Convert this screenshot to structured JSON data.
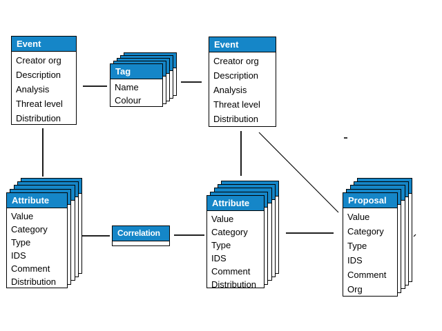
{
  "colors": {
    "header_blue": "#1586C8",
    "border_black": "#000000",
    "card_white": "#ffffff",
    "page_background": "#ffffff"
  },
  "diagram": {
    "event_left": {
      "title": "Event",
      "fields": [
        "Creator org",
        "Description",
        "Analysis",
        "Threat level",
        "Distribution"
      ]
    },
    "tag": {
      "title": "Tag",
      "fields": [
        "Name",
        "Colour"
      ]
    },
    "event_right": {
      "title": "Event",
      "fields": [
        "Creator org",
        "Description",
        "Analysis",
        "Threat level",
        "Distribution"
      ]
    },
    "attribute_left": {
      "title": "Attribute",
      "fields": [
        "Value",
        "Category",
        "Type",
        "IDS",
        "Comment",
        "Distribution"
      ]
    },
    "correlation": {
      "title": "Correlation"
    },
    "attribute_middle": {
      "title": "Attribute",
      "fields": [
        "Value",
        "Category",
        "Type",
        "IDS",
        "Comment",
        "Distribution"
      ]
    },
    "proposal": {
      "title": "Proposal",
      "fields": [
        "Value",
        "Category",
        "Type",
        "IDS",
        "Comment",
        "Org"
      ]
    }
  }
}
